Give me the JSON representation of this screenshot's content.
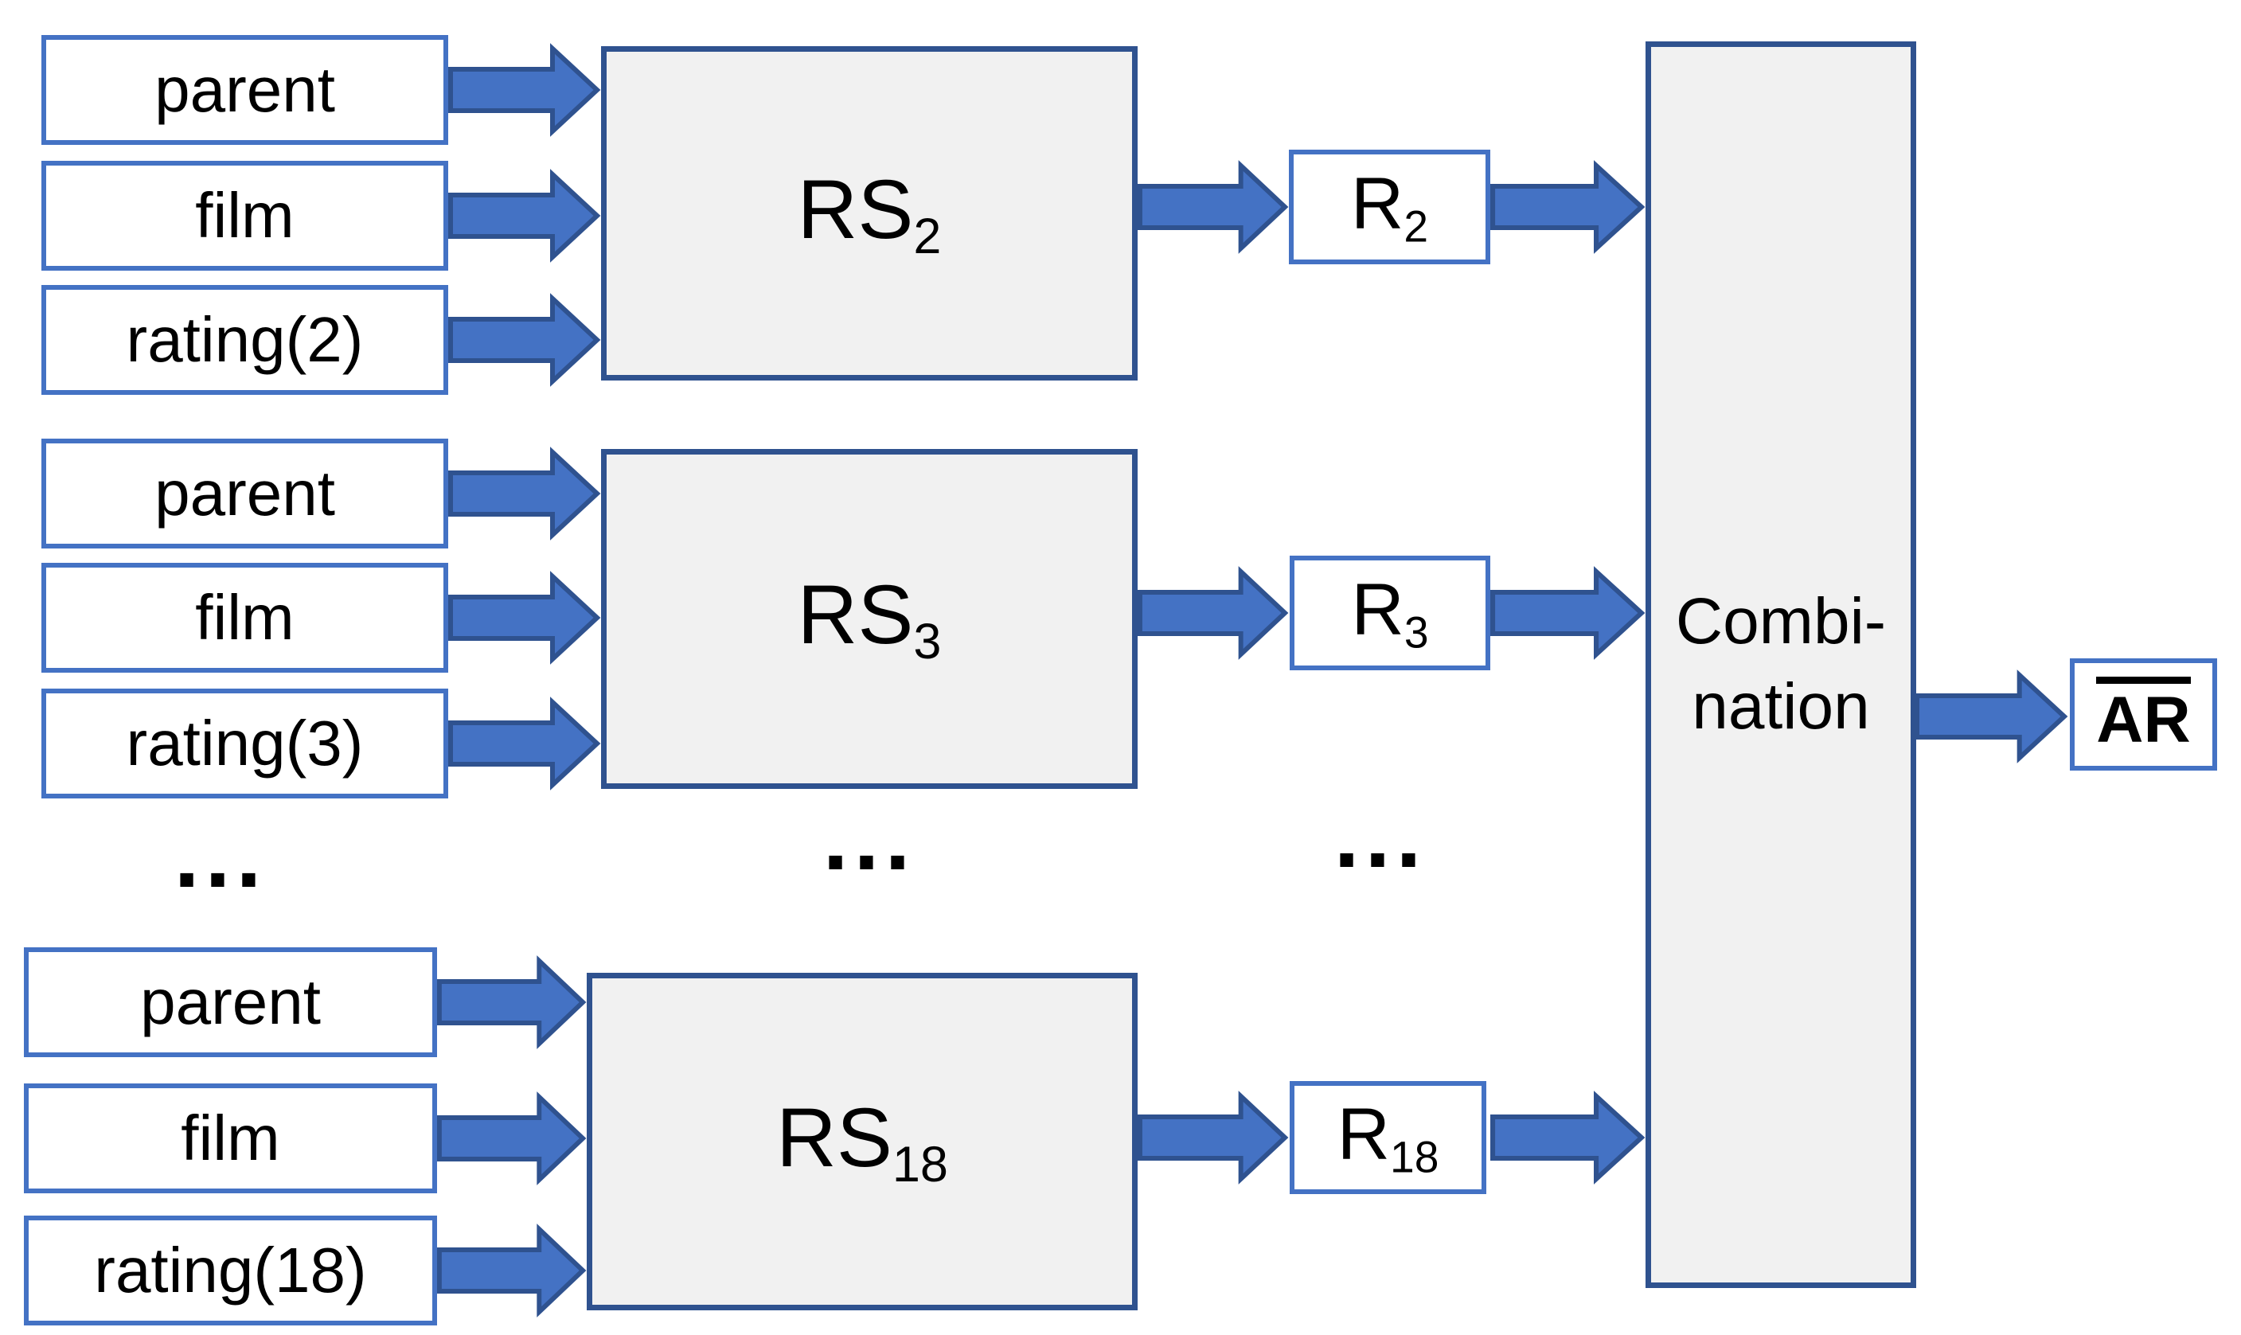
{
  "colors": {
    "accent": "#4472C4",
    "dark": "#2F528F",
    "panel": "#F1F1F1",
    "ink": "#000000",
    "bg": "#FFFFFF"
  },
  "groups": [
    {
      "inputs": [
        "parent",
        "film",
        "rating(2)"
      ],
      "rs": {
        "base": "RS",
        "sub": "2"
      },
      "r": {
        "base": "R",
        "sub": "2"
      }
    },
    {
      "inputs": [
        "parent",
        "film",
        "rating(3)"
      ],
      "rs": {
        "base": "RS",
        "sub": "3"
      },
      "r": {
        "base": "R",
        "sub": "3"
      }
    },
    {
      "inputs": [
        "parent",
        "film",
        "rating(18)"
      ],
      "rs": {
        "base": "RS",
        "sub": "18"
      },
      "r": {
        "base": "R",
        "sub": "18"
      }
    }
  ],
  "combination": {
    "line1": "Combi-",
    "line2": "nation"
  },
  "output": {
    "label": "AR"
  },
  "ellipsis": "..."
}
